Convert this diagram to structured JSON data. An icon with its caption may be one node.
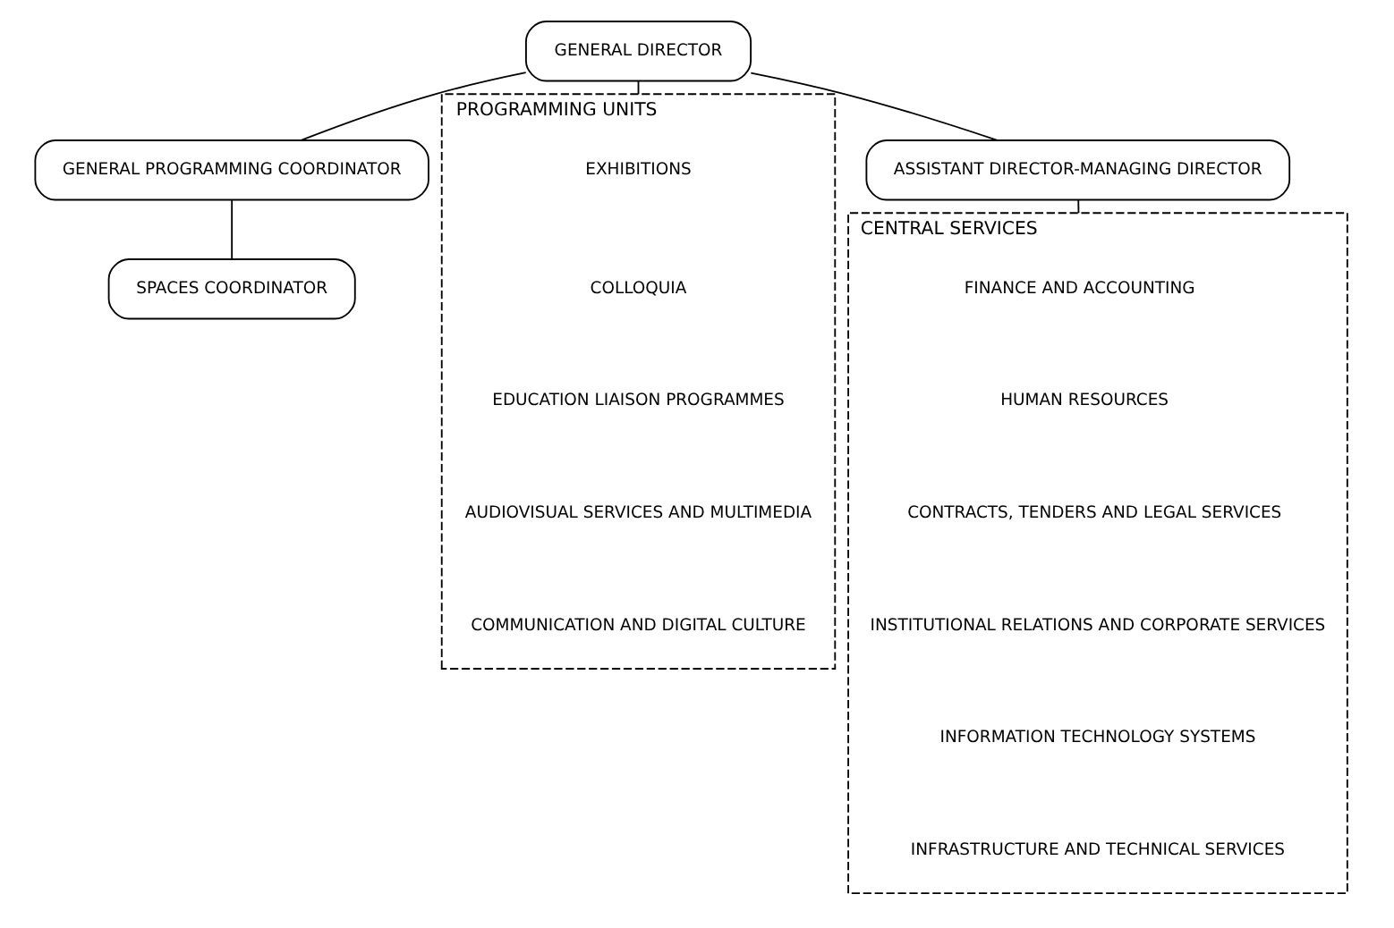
{
  "diagram": {
    "nodes": [
      {
        "text": [
          "GENERAL DIRECTOR"
        ]
      },
      {
        "text": [
          "GENERAL PROGRAMMING COORDINATOR"
        ]
      },
      {
        "text": [
          "ASSISTANT DIRECTOR-MANAGING DIRECTOR"
        ]
      },
      {
        "text": [
          "SPACES COORDINATOR"
        ]
      },
      {
        "text": [
          "PROGRAMMING UNITS"
        ]
      },
      {
        "text": [
          "EXHIBITIONS"
        ],
        "in": 4
      },
      {
        "text": [
          "COLLOQUIA"
        ],
        "in": 4
      },
      {
        "text": [
          "EDUCATION LIAISON PROGRAMMES"
        ],
        "in": 4
      },
      {
        "text": [
          "AUDIOVISUAL SERVICES AND MULTIMEDIA"
        ],
        "in": 4
      },
      {
        "text": [
          "COMMUNICATION AND DIGITAL CULTURE"
        ],
        "in": 4
      },
      {
        "text": [
          "CENTRAL SERVICES"
        ]
      },
      {
        "text": [
          "FINANCE AND ACCOUNTING"
        ],
        "in": 10
      },
      {
        "text": [
          "HUMAN RESOURCES"
        ],
        "in": 10
      },
      {
        "text": [
          "CONTRACTS, TENDERS AND LEGAL SERVICES"
        ],
        "in": 10
      },
      {
        "text": [
          "INSTITUTIONAL RELATIONS AND CORPORATE SERVICES"
        ],
        "in": 10
      },
      {
        "text": [
          "INFORMATION TECHNOLOGY SYSTEMS"
        ],
        "in": 10
      },
      {
        "text": [
          "INFRASTRUCTURE AND TECHNICAL SERVICES"
        ],
        "in": 10
      }
    ],
    "edges": [
      {
        "from": 0,
        "to": 1,
        "arrow": "none"
      },
      {
        "from": 0,
        "to": 2,
        "arrow": "none"
      },
      {
        "from": 0,
        "to": 4,
        "arrow": "none"
      },
      {
        "from": 1,
        "to": 3,
        "arrow": "none"
      },
      {
        "from": 2,
        "to": 10,
        "arrow": "none"
      }
    ]
  }
}
